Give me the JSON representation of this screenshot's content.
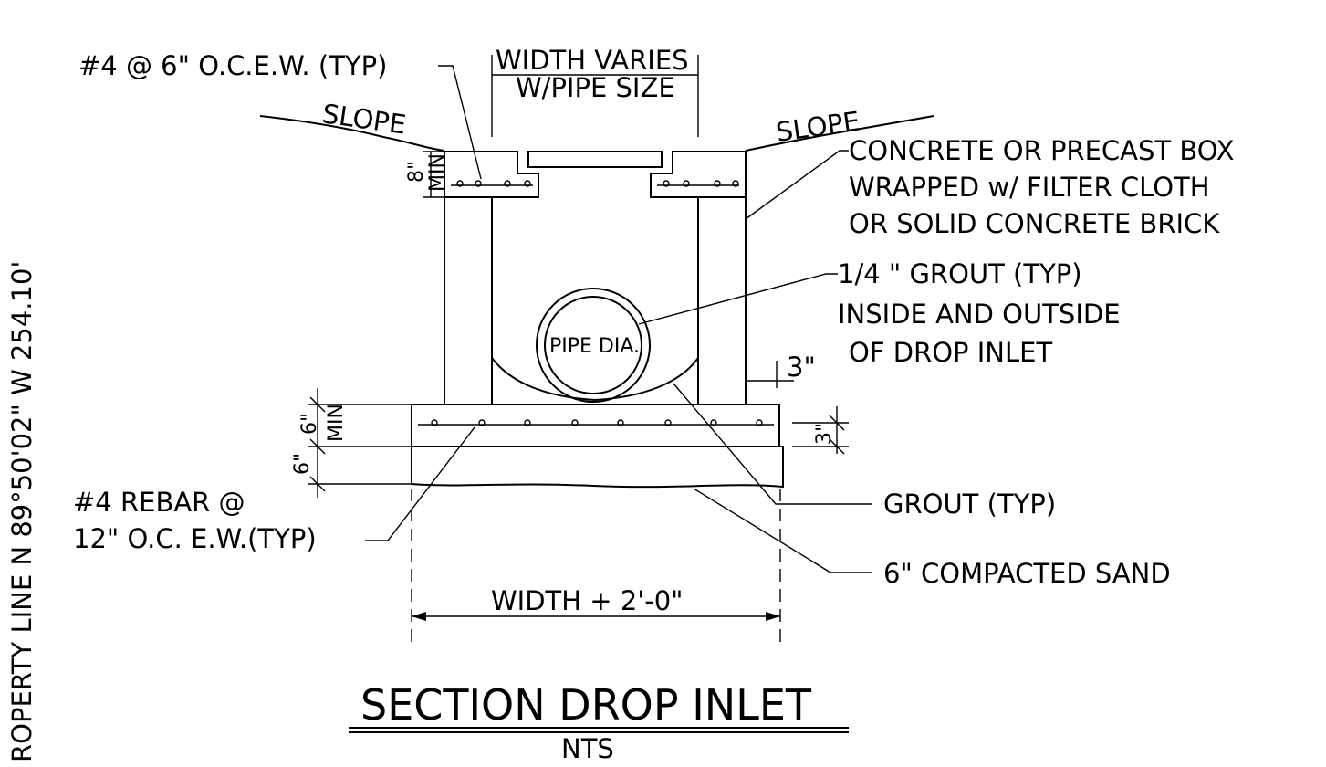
{
  "drawing": {
    "title": "SECTION DROP INLET",
    "scale": "NTS",
    "side_text": "ROPERTY LINE   N 89°50'02\" W   254.10'",
    "labels": {
      "top_rebar": "#4 @ 6\" O.C.E.W. (TYP)",
      "width_varies": "WIDTH VARIES",
      "pipe_size": "W/PIPE SIZE",
      "slope_left": "SLOPE",
      "slope_right": "SLOPE",
      "box_line1": "CONCRETE OR PRECAST BOX",
      "box_line2": "WRAPPED w/ FILTER CLOTH",
      "box_line3": "OR SOLID CONCRETE BRICK",
      "grout_line1": "1/4 \" GROUT (TYP)",
      "grout_line2": "INSIDE AND OUTSIDE",
      "grout_line3": "OF DROP INLET",
      "pipe_dia": "PIPE DIA.",
      "wall_dim": "3\"",
      "slab_min": "6\"",
      "min_text": "MIN",
      "sand_dim": "6\"",
      "rebar_cover": "3\"",
      "top_min": "8\"",
      "rebar_line1": "#4 REBAR @",
      "rebar_line2": "12\" O.C. E.W.(TYP)",
      "grout_typ": "GROUT (TYP)",
      "sand": "6\" COMPACTED SAND",
      "width_plus": "WIDTH + 2'-0\""
    }
  }
}
